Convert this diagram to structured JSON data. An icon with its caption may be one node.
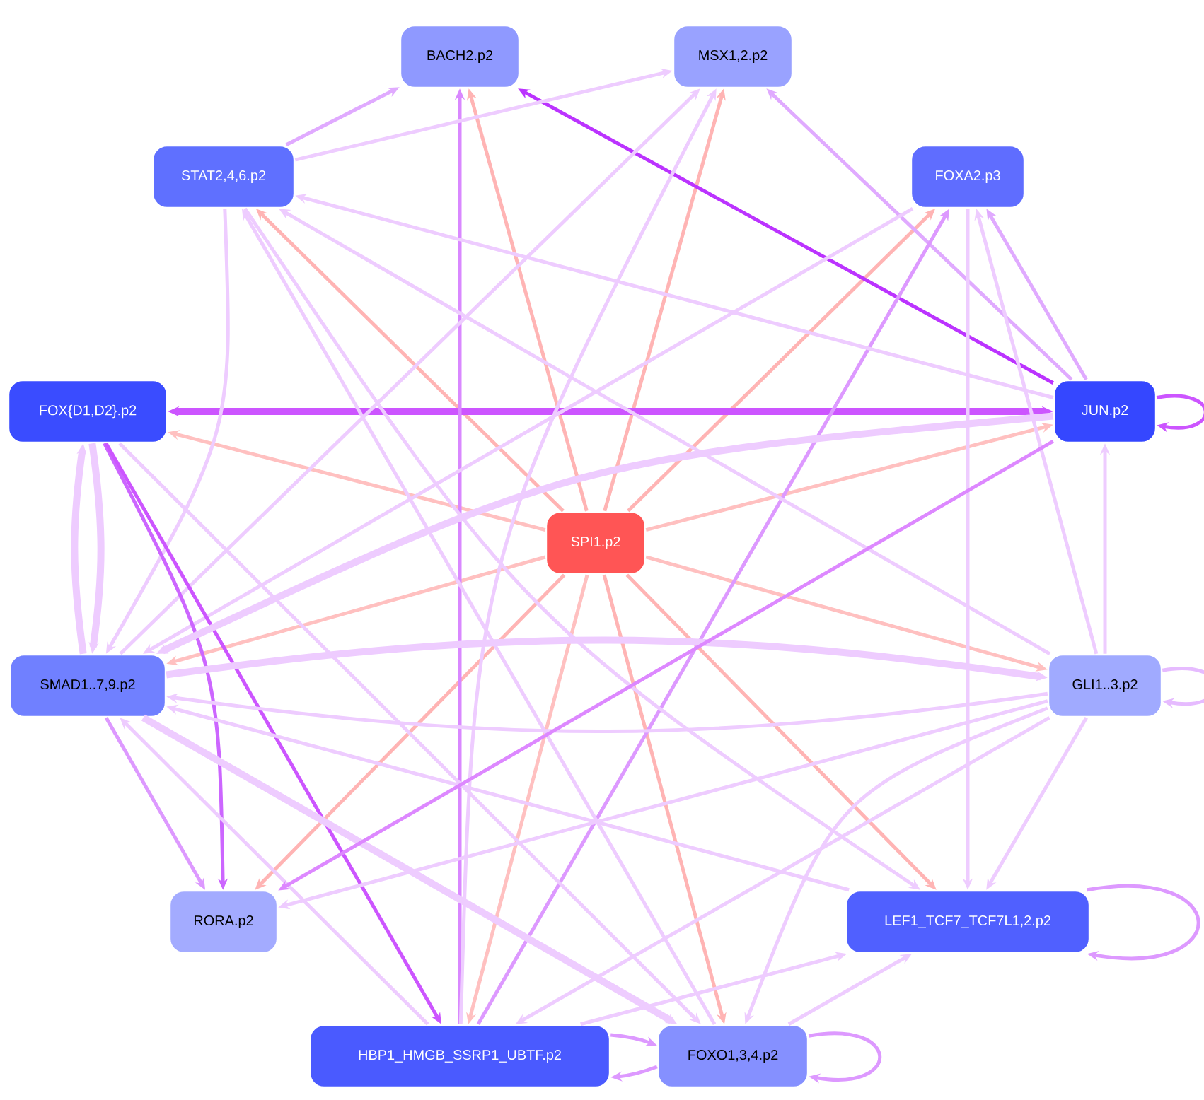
{
  "diagram": {
    "nodes": [
      {
        "text": [
          "BACH2.p2"
        ]
      },
      {
        "text": [
          "MSX1,2.p2"
        ]
      },
      {
        "text": [
          "STAT2,4,6.p2"
        ]
      },
      {
        "text": [
          "FOXA2.p3"
        ]
      },
      {
        "text": [
          "FOX{D1,D2}.p2"
        ]
      },
      {
        "text": [
          "JUN.p2"
        ]
      },
      {
        "text": [
          "SPI1.p2"
        ]
      },
      {
        "text": [
          "SMAD1..7,9.p2"
        ]
      },
      {
        "text": [
          "GLI1..3.p2"
        ]
      },
      {
        "text": [
          "RORA.p2"
        ]
      },
      {
        "text": [
          "LEF1_TCF7_TCF7L1,2.p2"
        ]
      },
      {
        "text": [
          "HBP1_HMGB_SSRP1_UBTF.p2"
        ]
      },
      {
        "text": [
          "FOXO1,3,4.p2"
        ]
      }
    ],
    "edges": [
      {
        "from": 6,
        "to": 0,
        "arrow": "to",
        "color": "#ffb4b4"
      },
      {
        "from": 6,
        "to": 1,
        "arrow": "to",
        "color": "#ffb4b4"
      },
      {
        "from": 6,
        "to": 2,
        "arrow": "to",
        "color": "#ffb4b4"
      },
      {
        "from": 6,
        "to": 3,
        "arrow": "to",
        "color": "#ffb4b4"
      },
      {
        "from": 6,
        "to": 4,
        "arrow": "to",
        "color": "#ffc0c0"
      },
      {
        "from": 6,
        "to": 5,
        "arrow": "to",
        "color": "#ffc0c0"
      },
      {
        "from": 6,
        "to": 7,
        "arrow": "to",
        "color": "#ffc0c0"
      },
      {
        "from": 6,
        "to": 8,
        "arrow": "to",
        "color": "#ffc0c0"
      },
      {
        "from": 6,
        "to": 9,
        "arrow": "to",
        "color": "#ffb4b4"
      },
      {
        "from": 6,
        "to": 10,
        "arrow": "to",
        "color": "#ffb4b4"
      },
      {
        "from": 6,
        "to": 11,
        "arrow": "to",
        "color": "#ffc0c0"
      },
      {
        "from": 6,
        "to": 12,
        "arrow": "to",
        "color": "#ffb4b4"
      },
      {
        "from": 5,
        "to": 0,
        "arrow": "to",
        "color": "#bb33ff"
      },
      {
        "from": 4,
        "to": 5,
        "arrow": "both",
        "color": "#cc55ff",
        "style": "thick"
      },
      {
        "from": 5,
        "to": 5,
        "arrow": "to",
        "color": "#cc55ff"
      },
      {
        "from": 8,
        "to": 8,
        "arrow": "to",
        "color": "#e6bbff"
      },
      {
        "from": 10,
        "to": 10,
        "arrow": "to",
        "color": "#dd99ff"
      },
      {
        "from": 12,
        "to": 12,
        "arrow": "to",
        "color": "#dd99ff"
      },
      {
        "from": 11,
        "to": 0,
        "arrow": "to",
        "color": "#d988ff"
      },
      {
        "from": 2,
        "to": 0,
        "arrow": "to",
        "color": "#e0aaff"
      },
      {
        "from": 2,
        "to": 1,
        "arrow": "to"
      },
      {
        "from": 5,
        "to": 1,
        "arrow": "to",
        "color": "#e0aaff"
      },
      {
        "from": 7,
        "to": 1,
        "arrow": "to"
      },
      {
        "from": 11,
        "to": 1,
        "arrow": "to"
      },
      {
        "from": 5,
        "to": 3,
        "arrow": "to",
        "color": "#e0aaff"
      },
      {
        "from": 8,
        "to": 3,
        "arrow": "to"
      },
      {
        "from": 11,
        "to": 3,
        "arrow": "to",
        "color": "#dd99ff"
      },
      {
        "from": 3,
        "to": 7,
        "arrow": "to"
      },
      {
        "from": 3,
        "to": 10,
        "arrow": "to"
      },
      {
        "from": 8,
        "to": 10,
        "arrow": "to"
      },
      {
        "from": 8,
        "to": 5,
        "arrow": "to"
      },
      {
        "from": 5,
        "to": 2,
        "arrow": "to"
      },
      {
        "from": 8,
        "to": 2,
        "arrow": "to"
      },
      {
        "from": 12,
        "to": 2,
        "arrow": "to"
      },
      {
        "from": 2,
        "to": 10,
        "arrow": "to"
      },
      {
        "from": 2,
        "to": 7,
        "arrow": "to"
      },
      {
        "from": 4,
        "to": 7,
        "arrow": "to",
        "style": "thick"
      },
      {
        "from": 7,
        "to": 4,
        "arrow": "to",
        "style": "thick"
      },
      {
        "from": 4,
        "to": 9,
        "arrow": "to",
        "color": "#cc66ff"
      },
      {
        "from": 4,
        "to": 11,
        "arrow": "to",
        "color": "#cc55ff"
      },
      {
        "from": 4,
        "to": 12,
        "arrow": "to"
      },
      {
        "from": 5,
        "to": 7,
        "arrow": "to",
        "style": "thick"
      },
      {
        "from": 7,
        "to": 8,
        "arrow": "to",
        "style": "thick"
      },
      {
        "from": 8,
        "to": 7,
        "arrow": "to"
      },
      {
        "from": 7,
        "to": 9,
        "arrow": "to",
        "color": "#dd99ff"
      },
      {
        "from": 7,
        "to": 12,
        "arrow": "to",
        "style": "thick"
      },
      {
        "from": 11,
        "to": 7,
        "arrow": "to"
      },
      {
        "from": 10,
        "to": 7,
        "arrow": "to"
      },
      {
        "from": 5,
        "to": 9,
        "arrow": "to",
        "color": "#dd88ff"
      },
      {
        "from": 8,
        "to": 9,
        "arrow": "to"
      },
      {
        "from": 8,
        "to": 11,
        "arrow": "to"
      },
      {
        "from": 8,
        "to": 12,
        "arrow": "to"
      },
      {
        "from": 11,
        "to": 10,
        "arrow": "to"
      },
      {
        "from": 12,
        "to": 10,
        "arrow": "to"
      },
      {
        "from": 11,
        "to": 12,
        "arrow": "to",
        "color": "#dd99ff"
      },
      {
        "from": 12,
        "to": 11,
        "arrow": "to",
        "color": "#dd99ff"
      }
    ]
  }
}
